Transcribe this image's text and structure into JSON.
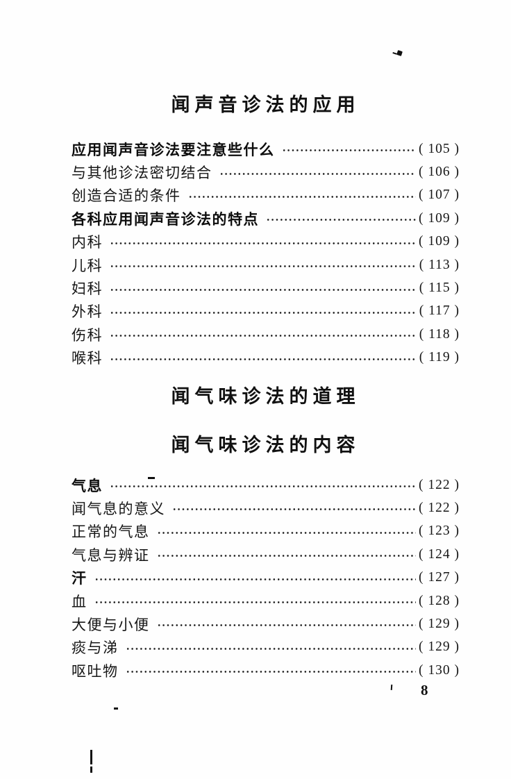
{
  "document": {
    "kind": "scanned-book-toc-page",
    "folio": "8",
    "ink_color": "#141414",
    "paper_color": "#fefefe",
    "sections": [
      {
        "title": "闻声音诊法的应用",
        "entries": [
          {
            "label": "应用闻声音诊法要注意些什么",
            "page": "( 105 )",
            "bold": true
          },
          {
            "label": "与其他诊法密切结合",
            "page": "( 106 )",
            "bold": false
          },
          {
            "label": "创造合适的条件",
            "page": "( 107 )",
            "bold": false
          },
          {
            "label": "各科应用闻声音诊法的特点",
            "page": "( 109 )",
            "bold": true
          },
          {
            "label": "内科",
            "page": "( 109 )",
            "bold": false
          },
          {
            "label": "儿科",
            "page": "( 113 )",
            "bold": false
          },
          {
            "label": "妇科",
            "page": "( 115 )",
            "bold": false
          },
          {
            "label": "外科",
            "page": "( 117 )",
            "bold": false
          },
          {
            "label": "伤科",
            "page": "( 118 )",
            "bold": false
          },
          {
            "label": "喉科",
            "page": "( 119 )",
            "bold": false
          }
        ]
      },
      {
        "title": "闻气味诊法的道理",
        "entries": []
      },
      {
        "title": "闻气味诊法的内容",
        "entries": [
          {
            "label": "气息",
            "page": "( 122 )",
            "bold": true
          },
          {
            "label": "闻气息的意义",
            "page": "( 122 )",
            "bold": false
          },
          {
            "label": "正常的气息",
            "page": "( 123 )",
            "bold": false
          },
          {
            "label": "气息与辨证",
            "page": "( 124 )",
            "bold": false
          },
          {
            "label": "汗",
            "page": "( 127 )",
            "bold": true
          },
          {
            "label": "血",
            "page": "( 128 )",
            "bold": false
          },
          {
            "label": "大便与小便",
            "page": "( 129 )",
            "bold": false
          },
          {
            "label": "痰与涕",
            "page": "( 129 )",
            "bold": false
          },
          {
            "label": "呕吐物",
            "page": "( 130 )",
            "bold": false
          }
        ]
      }
    ]
  }
}
